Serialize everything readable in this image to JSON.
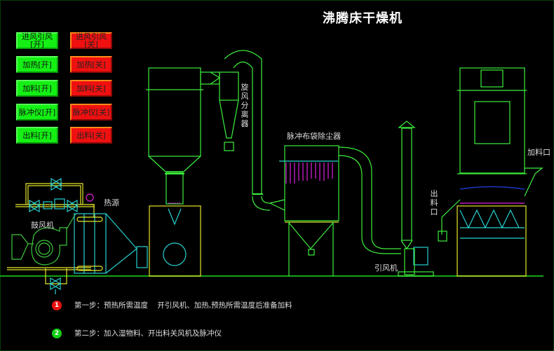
{
  "title": "沸腾床干燥机",
  "controls": [
    {
      "on_label": "进风引风\n[开]",
      "off_label": "进风引风\n[关]"
    },
    {
      "on_label": "加热[开]",
      "off_label": "加热[关]"
    },
    {
      "on_label": "加料[开]",
      "off_label": "加料[关]"
    },
    {
      "on_label": "脉冲仪[开]",
      "off_label": "脉冲仪[关]"
    },
    {
      "on_label": "出料[开]",
      "off_label": "出料[关]"
    }
  ],
  "colors": {
    "on": "#14f014",
    "off": "#f01010",
    "pipe_green": "#3cf03c",
    "yellow": "#e6e62a",
    "cyan": "#28d2d2",
    "magenta": "#e020e0"
  },
  "labels": {
    "heat_source": "热源",
    "blower": "鼓风机",
    "cyclone": "旋风分离器",
    "bag_filter": "脉冲布袋除尘器",
    "induced_fan": "引风机",
    "outlet": "出料口",
    "inlet": "加料口"
  },
  "steps": [
    {
      "num": "1",
      "color": "#e81010",
      "text": "第一步：预热所需温度    开引风机、加热,预热所需温度后准备加料"
    },
    {
      "num": "2",
      "color": "#10d010",
      "text": "第二步：加入湿物料、开出料关风机及脉冲仪"
    }
  ]
}
